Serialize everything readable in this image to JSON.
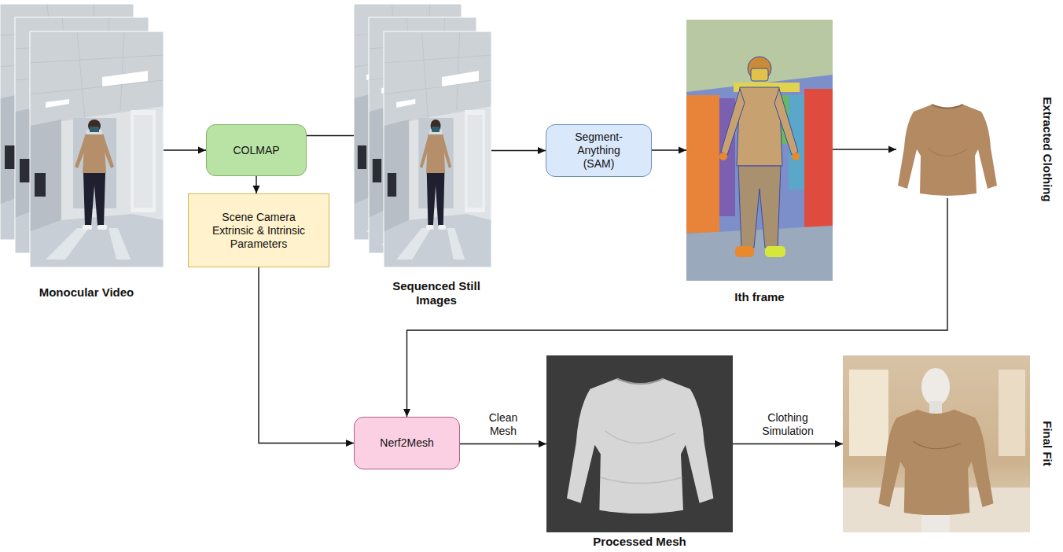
{
  "diagram": {
    "nodes": [
      {
        "text": [
          "Monocular Video"
        ]
      },
      {
        "text": [
          "COLMAP"
        ]
      },
      {
        "text": [
          "Scene Camera Extrinsic & Intrinsic Parameters"
        ]
      },
      {
        "text": [
          "Sequenced Still Images"
        ]
      },
      {
        "text": [
          "Segment- Anything (SAM)"
        ]
      },
      {
        "text": [
          "Ith frame"
        ]
      },
      {
        "text": [
          "Extracted Clothing"
        ]
      },
      {
        "text": [
          "Nerf2Mesh"
        ]
      },
      {
        "text": [
          "Processed Mesh"
        ]
      },
      {
        "text": [
          "Final Fit"
        ]
      }
    ],
    "edges": [
      {
        "from": 0,
        "to": 1,
        "arrow": "to"
      },
      {
        "from": 1,
        "to": 3,
        "arrow": "none"
      },
      {
        "from": 1,
        "to": 2,
        "arrow": "to"
      },
      {
        "from": 3,
        "to": 4,
        "arrow": "to"
      },
      {
        "from": 4,
        "to": 5,
        "arrow": "to"
      },
      {
        "from": 5,
        "to": 6,
        "arrow": "to"
      },
      {
        "from": 6,
        "to": 7,
        "arrow": "to"
      },
      {
        "from": 2,
        "to": 7,
        "arrow": "to"
      },
      {
        "from": 7,
        "to": 8,
        "label": "Clean Mesh",
        "arrow": "to"
      },
      {
        "from": 8,
        "to": 9,
        "label": "Clothing Simulation",
        "arrow": "to"
      }
    ]
  }
}
